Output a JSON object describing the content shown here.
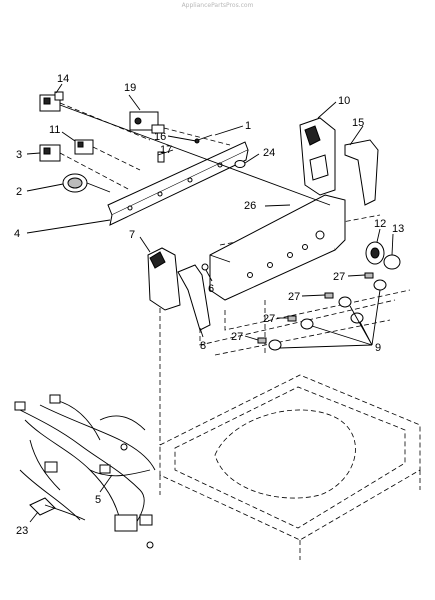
{
  "watermark": "AppliancePartsPros.com",
  "callouts": {
    "c14": "14",
    "c19": "19",
    "c11": "11",
    "c3": "3",
    "c1": "1",
    "c10": "10",
    "c16": "16",
    "c17": "17",
    "c24": "24",
    "c15": "15",
    "c2": "2",
    "c26": "26",
    "c4": "4",
    "c7": "7",
    "c12": "12",
    "c13": "13",
    "c6": "6",
    "c27a": "27",
    "c27b": "27",
    "c27c": "27",
    "c27d": "27",
    "c9": "9",
    "c8": "8",
    "c5": "5",
    "c23": "23"
  }
}
